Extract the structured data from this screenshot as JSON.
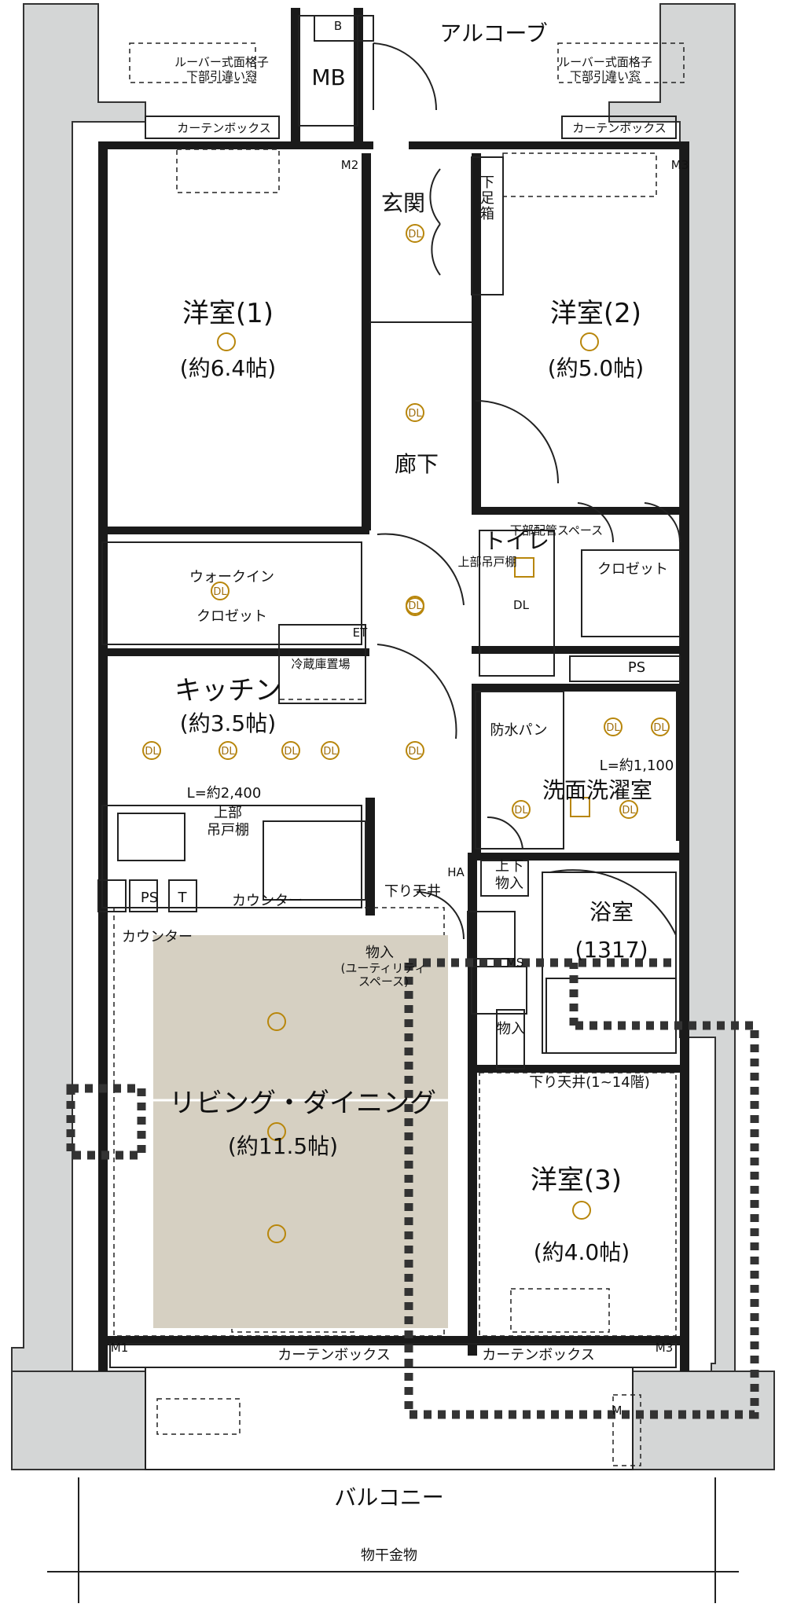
{
  "labels": {
    "alcove": "アルコーブ",
    "louver_left": "ルーバー式面格子",
    "louver_left_2": "下部引違い窓",
    "louver_right": "ルーバー式面格子",
    "louver_right_2": "下部引違い窓",
    "curtain_box_left": "カーテンボックス",
    "curtain_box_right": "カーテンボックス",
    "mb": "MB",
    "mb_b": "B",
    "m2": "M2",
    "m3_top": "M3",
    "entrance": "玄関",
    "shoe_box": "下足箱",
    "room1_name": "洋室(1)",
    "room1_size": "(約6.4帖)",
    "room2_name": "洋室(2)",
    "room2_size": "(約5.0帖)",
    "corridor": "廊下",
    "toilet": "トイレ",
    "pipe_space": "下部配管スペース",
    "upper_cabinet": "上部吊戸棚",
    "closet": "クロゼット",
    "walkin1": "ウォークイン",
    "walkin2": "クロゼット",
    "ps_right": "PS",
    "fridge": "冷蔵庫置場",
    "kitchen_name": "キッチン",
    "kitchen_size": "(約3.5帖)",
    "waterproof_pan": "防水パン",
    "l_1100": "L=約1,100",
    "washroom": "洗面洗濯室",
    "l_2400": "L=約2,400",
    "upper_cabinet_k1": "上部",
    "upper_cabinet_k2": "吊戸棚",
    "ps_left": "PS",
    "t_mark": "T",
    "counter1": "カウンター",
    "counter2": "カウンター",
    "lowered_ceiling": "下り天井",
    "storage_top": "上下",
    "storage_top2": "物入",
    "bathroom_name": "浴室",
    "bathroom_size": "(1317)",
    "utility1": "物入",
    "utility2": "(ユーティリティ",
    "utility3": "スペース)",
    "storage_small": "物入",
    "lowered_ceiling_floors": "下り天井(1~14階)",
    "living_name": "リビング・ダイニング",
    "living_size": "(約11.5帖)",
    "room3_name": "洋室(3)",
    "room3_size": "(約4.0帖)",
    "m1": "M1",
    "m3_bottom": "M3",
    "curtain_box_bl": "カーテンボックス",
    "curtain_box_br": "カーテンボックス",
    "balcony": "バルコニー",
    "drying_hardware": "物干金物",
    "ha": "HA",
    "ms": "MS",
    "et": "ET",
    "dl": "DL",
    "m_mark": "M"
  },
  "colors": {
    "wall": "#1a1a1a",
    "pillar": "#d4d6d6",
    "living_floor": "#d6d0c2",
    "fixture": "#b8860b",
    "route": "#333333"
  }
}
